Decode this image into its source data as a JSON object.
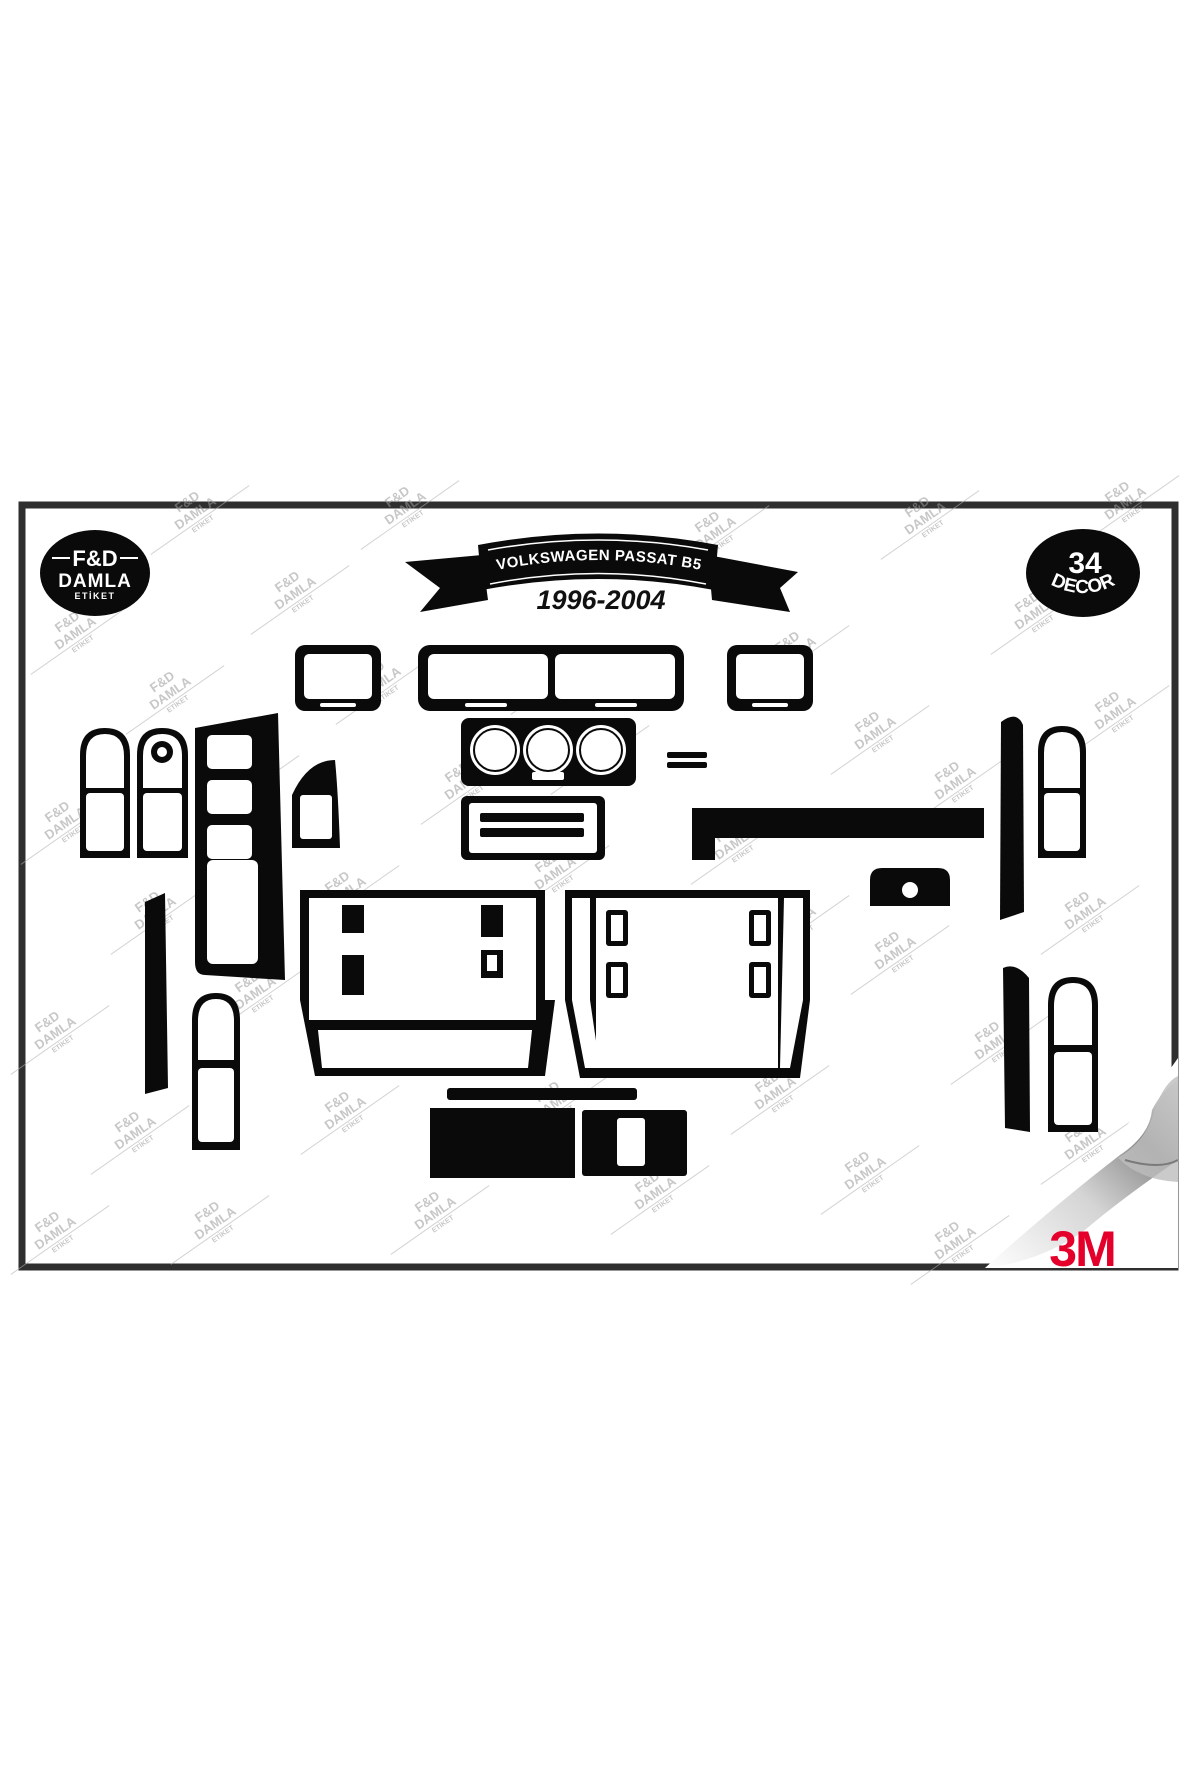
{
  "brand": {
    "line1": "F&D",
    "line2": "DAMLA",
    "line3": "ETİKET"
  },
  "title": {
    "model": "VOLKSWAGEN PASSAT B5",
    "years": "1996-2004"
  },
  "badge": {
    "count": "34",
    "label": "DECOR"
  },
  "manufacturer": {
    "label": "3M",
    "color": "#e4002b"
  },
  "watermark": {
    "line1": "F&D",
    "line2": "DAMLA",
    "line3": "ETİKET"
  },
  "colors": {
    "ink": "#0a0a0a",
    "paper": "#ffffff",
    "frame": "#333333"
  }
}
